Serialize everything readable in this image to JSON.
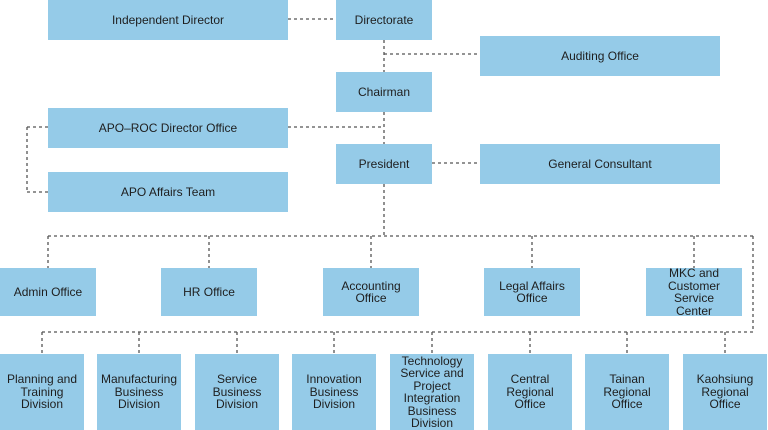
{
  "colors": {
    "box_fill": "#95cbe8",
    "text": "#1e1e1e",
    "connector": "#555555"
  },
  "top": {
    "independent_director": "Independent Director",
    "directorate": "Directorate",
    "auditing_office": "Auditing Office",
    "chairman": "Chairman",
    "apo_roc_director_office": "APO–ROC Director Office",
    "president": "President",
    "general_consultant": "General Consultant",
    "apo_affairs_team": "APO Affairs Team"
  },
  "offices": {
    "admin": "Admin Office",
    "hr": "HR Office",
    "accounting": [
      "Accounting",
      "Office"
    ],
    "legal": [
      "Legal Affairs",
      "Office"
    ],
    "mkc": [
      "MKC and",
      "Customer Service",
      "Center"
    ]
  },
  "divisions": {
    "planning": [
      "Planning and",
      "Training",
      "Division"
    ],
    "manufacturing": [
      "Manufacturing",
      "Business",
      "Division"
    ],
    "service": [
      "Service",
      "Business",
      "Division"
    ],
    "innovation": [
      "Innovation",
      "Business",
      "Division"
    ],
    "technology": [
      "Technology",
      "Service and",
      "Project",
      "Integration",
      "Business",
      "Division"
    ],
    "central": [
      "Central",
      "Regional",
      "Office"
    ],
    "tainan": [
      "Tainan",
      "Regional",
      "Office"
    ],
    "kaohsiung": [
      "Kaohsiung",
      "Regional",
      "Office"
    ]
  }
}
